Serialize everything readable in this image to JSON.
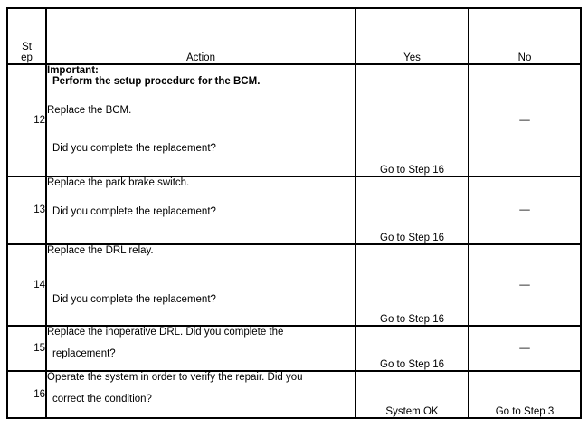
{
  "table": {
    "headers": {
      "step": "St\nep",
      "action": "Action",
      "yes": "Yes",
      "no": "No"
    },
    "rows": [
      {
        "step": "12",
        "action_lines": [
          {
            "text": "Important:",
            "bold": true,
            "indent": false
          },
          {
            "text": "Perform the setup procedure for the BCM.",
            "bold": true,
            "indent": true
          },
          {
            "text": "Replace the BCM.",
            "bold": false,
            "indent": false
          },
          {
            "text": "Did you complete the replacement?",
            "bold": false,
            "indent": true
          }
        ],
        "yes": "Go to Step 16",
        "no": "—"
      },
      {
        "step": "13",
        "action_lines": [
          {
            "text": "Replace the park brake switch.",
            "bold": false,
            "indent": false
          },
          {
            "text": "Did you complete the replacement?",
            "bold": false,
            "indent": true
          }
        ],
        "yes": "Go to Step 16",
        "no": "—"
      },
      {
        "step": "14",
        "action_lines": [
          {
            "text": "Replace the DRL relay.",
            "bold": false,
            "indent": false
          },
          {
            "text": "Did you complete the replacement?",
            "bold": false,
            "indent": true
          }
        ],
        "yes": "Go to Step 16",
        "no": "—"
      },
      {
        "step": "15",
        "action_lines": [
          {
            "text": "Replace the inoperative DRL. Did you complete the",
            "bold": false,
            "indent": false
          },
          {
            "text": "replacement?",
            "bold": false,
            "indent": true
          }
        ],
        "yes": "Go to Step 16",
        "no": "—"
      },
      {
        "step": "16",
        "action_lines": [
          {
            "text": "Operate the system in order to verify the repair. Did you",
            "bold": false,
            "indent": false
          },
          {
            "text": "correct the condition?",
            "bold": false,
            "indent": true
          }
        ],
        "yes": "System OK",
        "no": "Go to Step 3"
      }
    ]
  },
  "colors": {
    "border": "#000000",
    "background": "#ffffff",
    "text": "#000000"
  }
}
